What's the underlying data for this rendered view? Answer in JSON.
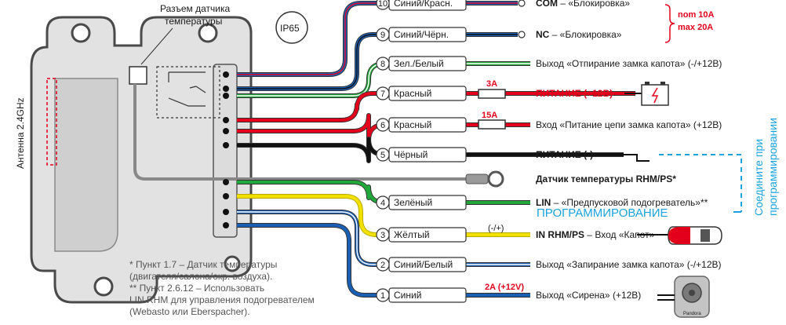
{
  "header": {
    "sensor_connector_line1": "Разъем датчика",
    "sensor_connector_line2": "температуры",
    "ip_rating": "IP65",
    "antenna": "Антенна 2.4GHz"
  },
  "wires": [
    {
      "n": "10",
      "name": "Синий/Красн.",
      "desc_bold": "COM",
      "desc": " – «Блокировка»",
      "color": "#1b5fb5",
      "stripe": "#e3001b"
    },
    {
      "n": "9",
      "name": "Синий/Чёрн.",
      "desc_bold": "NC",
      "desc": " – «Блокировка»",
      "color": "#1b5fb5",
      "stripe": "#111111"
    },
    {
      "n": "8",
      "name": "Зел./Белый",
      "desc_bold": "",
      "desc": "Выход «Отпирание замка капота» (-/+12В)",
      "color": "#22a83a",
      "stripe": "#ffffff"
    },
    {
      "n": "7",
      "name": "Красный",
      "desc_bold": "ПИТАНИЕ (+12В)",
      "desc": "",
      "color": "#e3001b",
      "stripe": ""
    },
    {
      "n": "6",
      "name": "Красный",
      "desc_bold": "",
      "desc": "Вход «Питание цепи замка капота» (+12В)",
      "color": "#e3001b",
      "stripe": ""
    },
    {
      "n": "5",
      "name": "Чёрный",
      "desc_bold": "ПИТАНИЕ (-)",
      "desc": "",
      "color": "#111111",
      "stripe": ""
    },
    {
      "n": "4",
      "name": "Зелёный",
      "desc_bold": "LIN",
      "desc": " – «Предпусковой подогреватель»**",
      "color": "#22a83a",
      "stripe": ""
    },
    {
      "n": "3",
      "name": "Жёлтый",
      "desc_bold": "IN RHM/PS",
      "desc": " – Вход «Капот»",
      "color": "#f2e000",
      "stripe": ""
    },
    {
      "n": "2",
      "name": "Синий/Белый",
      "desc_bold": "",
      "desc": "Выход «Запирание замка капота» (-/+12В)",
      "color": "#1b5fb5",
      "stripe": "#ffffff"
    },
    {
      "n": "1",
      "name": "Синий",
      "desc_bold": "",
      "desc": "Выход «Сирена» (+12В)",
      "color": "#1b5fb5",
      "stripe": ""
    }
  ],
  "labels": {
    "relay_current_1": "nom 10A",
    "relay_current_2": "max 20A",
    "fuse_3a": "3A",
    "fuse_15a": "15A",
    "temp_sensor": "Датчик температуры RHM/PS*",
    "programming": "ПРОГРАММИРОВАНИЕ",
    "connect_line1": "Соедините при",
    "connect_line2": "программировании",
    "hood_polarity": "(-/+)",
    "siren_current": "2A (+12V)",
    "siren_brand": "Pandora"
  },
  "notes": {
    "note1_line1": "* Пункт 1.7 – Датчик температуры",
    "note1_line2": "(двигателя/салона/окр. воздуха).",
    "note2_line1": "** Пункт 2.6.12 – Использовать",
    "note2_line2": "LIN RHM для управления подогревателем",
    "note2_line3": "(Webasto или Eberspacher)."
  }
}
